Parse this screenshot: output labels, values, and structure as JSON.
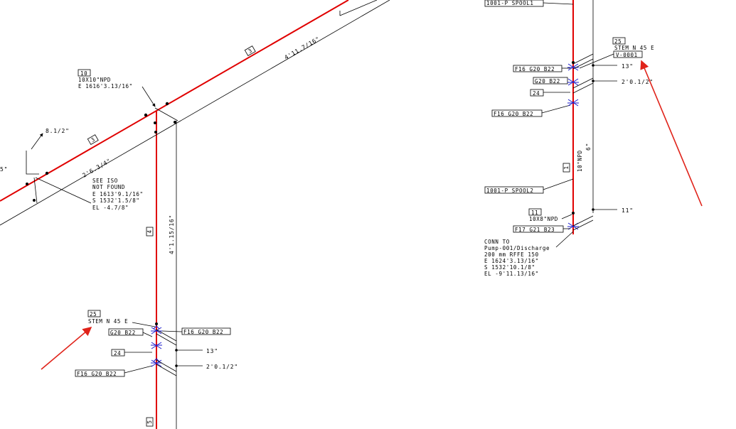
{
  "left": {
    "tag_10": "10",
    "line_10x10": "10X10\"NPD",
    "line_e1616": "E 1616'3.13/16\"",
    "dim_4_11_7": "4'11.7/16\"",
    "dim_2_6_3": "2'6.3/4\"",
    "dim_8_1_2": "8.1/2\"",
    "dim_edge_5": "5\"",
    "dim_4_1_15": "4'1.15/16\"",
    "iso_see": "SEE ISO",
    "iso_not_found": "NOT FOUND",
    "iso_e": "E 1613'9.1/16\"",
    "iso_s": "S 1532'1.5/8\"",
    "iso_el": "EL -4.7/8\"",
    "seg_3a": "3",
    "seg_3b": "3",
    "seg_4": "4",
    "seg_5": "5",
    "tag_25": "25",
    "stem": "STEM N  45 E",
    "g20b22": "G20 B22",
    "f16g20b22_right": "F16 G20 B22",
    "tag_24": "24",
    "f16g20b22_left": "F16 G20 B22",
    "dim_13": "13\"",
    "dim_2_0_1_2": "2'0.1/2\""
  },
  "right": {
    "spool1": "1001-P SPOOL1",
    "tag_25": "25",
    "stem": "STEM N  45 E",
    "v0001": "V-0001",
    "f16g20b22_top": "F16 G20 B22",
    "g20b22": "G20 B22",
    "tag_24": "24",
    "f16g20b22_bottom": "F16 G20 B22",
    "dim_13": "13\"",
    "dim_2_0_1_2": "2'0.1/2\"",
    "dim_6": "6\"",
    "npd_10": "10\"NPD",
    "seg_1": "1",
    "spool2": "1001-P SPOOL2",
    "tag_11": "11",
    "line_10x8": "10X8\"NPD",
    "f17g21b23": "F17 G21 B23",
    "dim_11": "11\"",
    "conn_to": "CONN TO",
    "conn_pump": "Pump-001/Discharge",
    "conn_rffe": "200 mm RFFE 150",
    "conn_e": "E 1624'3.13/16\"",
    "conn_s": "S 1532'10.1/8\"",
    "conn_el": "EL -9'11.13/16\""
  },
  "colors": {
    "pipe": "#e00000",
    "valve": "#1a1acc",
    "annotation_arrow": "#e0231a"
  }
}
